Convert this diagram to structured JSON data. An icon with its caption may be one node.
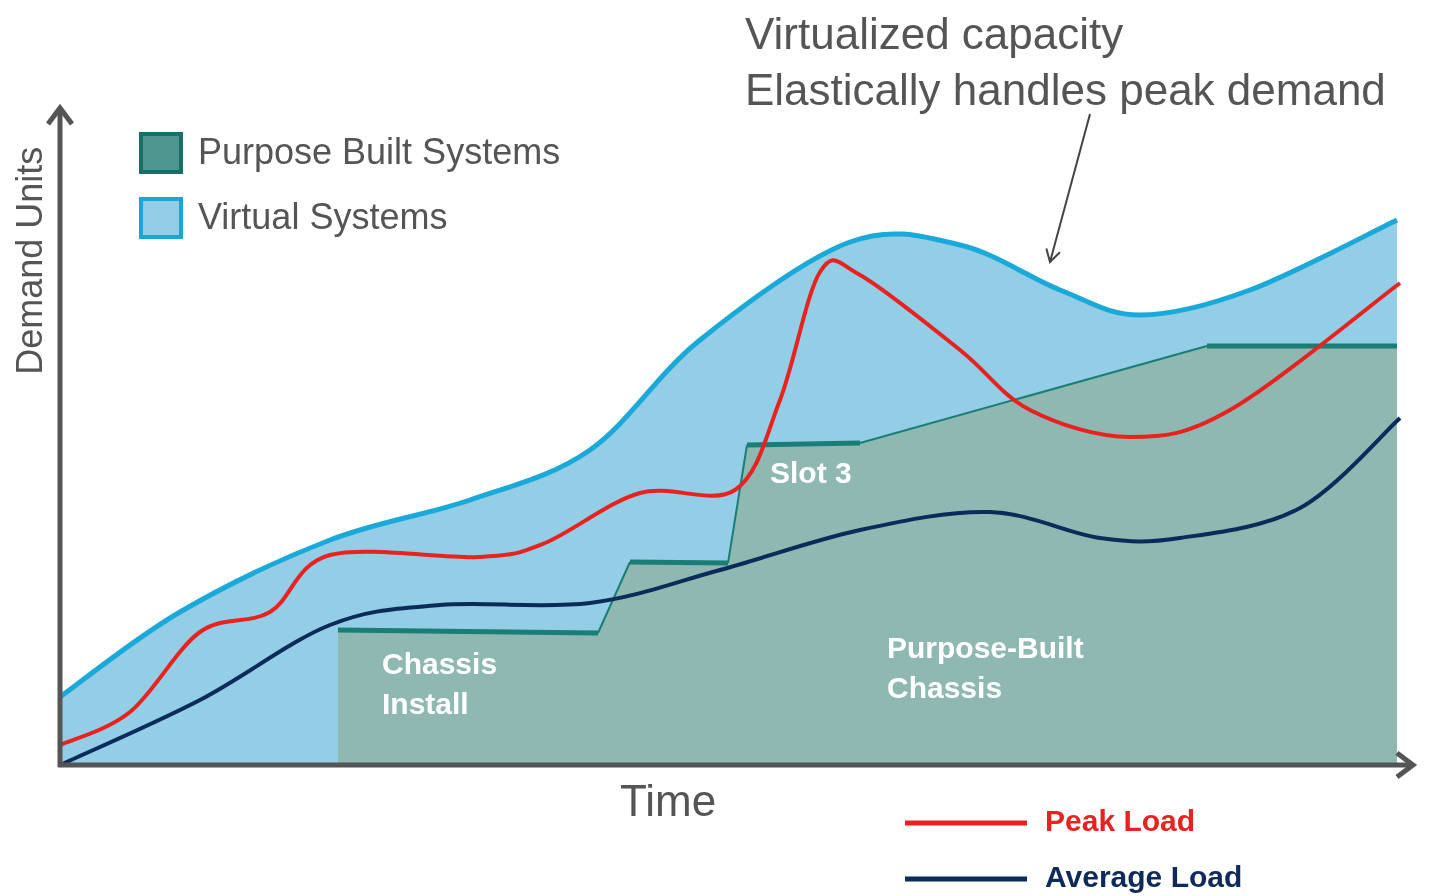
{
  "diagram": {
    "nodes": [
      {
        "text": [
          "Virtualized capacity",
          "Elastically handles peak demand"
        ]
      },
      {
        "text": [],
        "shape": "area"
      }
    ],
    "edges": [
      {
        "from": 0,
        "to": 1,
        "arrow": "to"
      }
    ],
    "labels": [
      "Demand Units",
      "Time",
      "Slot 3",
      "Chassis Install",
      "Purpose-Built Chassis"
    ],
    "legend": [
      {
        "text": "Purpose Built Systems",
        "color": "#4e968f"
      },
      {
        "text": "Virtual Systems",
        "color": "#94cde6"
      },
      {
        "text": "Peak Load"
      },
      {
        "text": "Average Load"
      }
    ]
  }
}
